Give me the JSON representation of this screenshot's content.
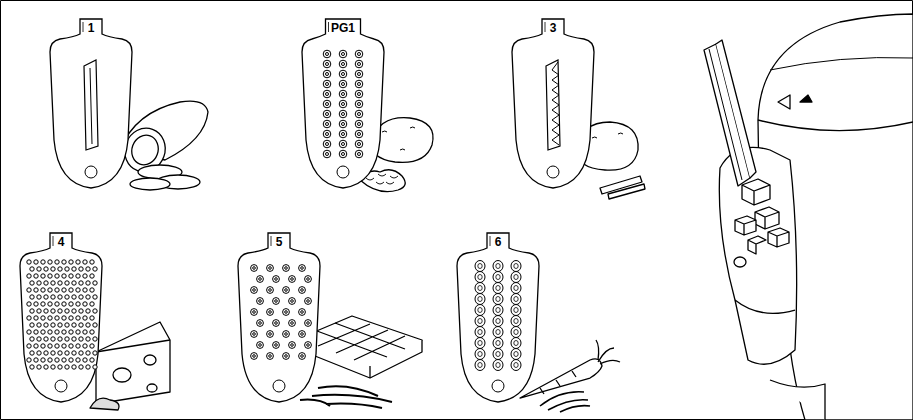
{
  "diagram": {
    "nodes": [
      {
        "text": [
          "1"
        ]
      },
      {
        "text": [
          "PG1"
        ]
      },
      {
        "text": [
          "3"
        ]
      },
      {
        "text": [
          "4"
        ]
      },
      {
        "text": [
          "5"
        ]
      },
      {
        "text": [
          "6"
        ]
      }
    ]
  }
}
